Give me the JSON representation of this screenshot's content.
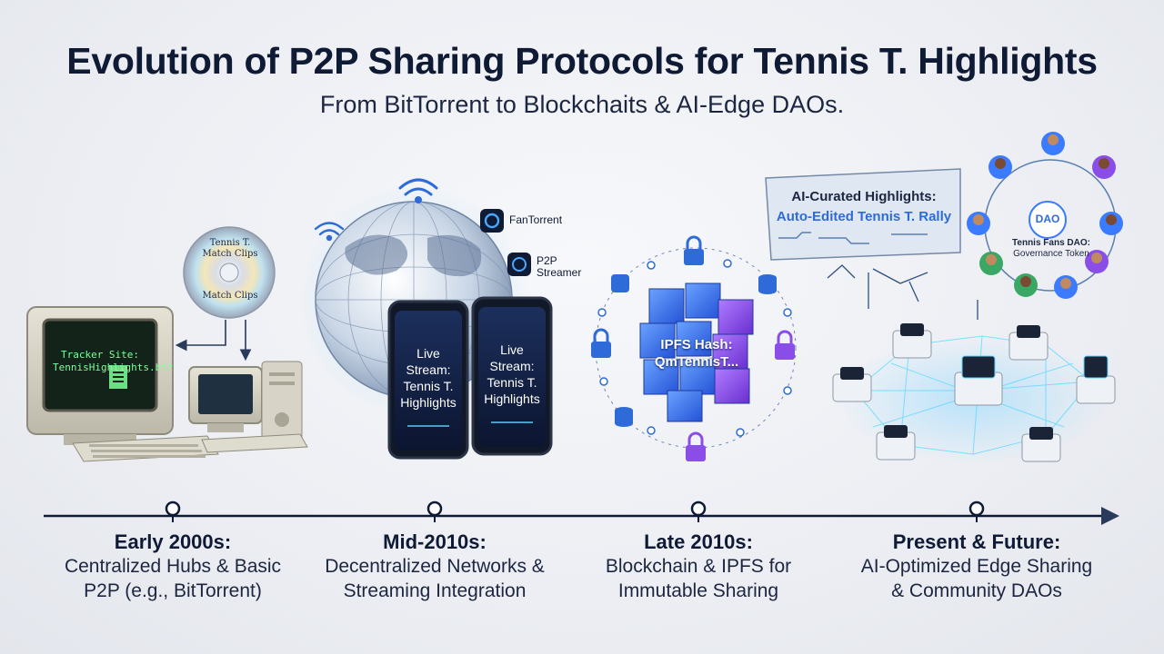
{
  "header": {
    "title": "Evolution of P2P Sharing Protocols for Tennis T. Highlights",
    "subtitle": "From BitTorrent to Blockchaits & AI-Edge DAOs."
  },
  "era1": {
    "head": "Early 2000s:",
    "desc": "Centralized Hubs & Basic P2P (e.g., BitTorrent)",
    "screen_line1": "Tracker Site:",
    "screen_line2": "TennisHighlights.biz",
    "disc_top": "Tennis T. Match Clips",
    "disc_bottom": "Match Clips"
  },
  "era2": {
    "head": "Mid-2010s:",
    "desc": "Decentralized Networks & Streaming Integration",
    "app1": "FanTorrent",
    "app2": "P2P Streamer",
    "phone1": "Live Stream: Tennis T. Highlights",
    "phone2": "Live Stream: Tennis T. Highlights"
  },
  "era3": {
    "head": "Late 2010s:",
    "desc": "Blockchain & IPFS for Immutable Sharing",
    "cube_line1": "IPFS Hash:",
    "cube_line2": "QmTennisT..."
  },
  "era4": {
    "head": "Present & Future:",
    "desc": "AI-Optimized Edge Sharing & Community DAOs",
    "banner_line1": "AI-Curated Highlights:",
    "banner_line2": "Auto-Edited Tennis T. Rally",
    "dao_badge": "DAO",
    "dao_line1": "Tennis Fans DAO:",
    "dao_line2": "Governance Token"
  },
  "colors": {
    "navy": "#0f1a35",
    "blue": "#3a7bff",
    "purple": "#8a4de8",
    "neon": "#5ad8ff",
    "terminal_green": "#7dff9a"
  }
}
